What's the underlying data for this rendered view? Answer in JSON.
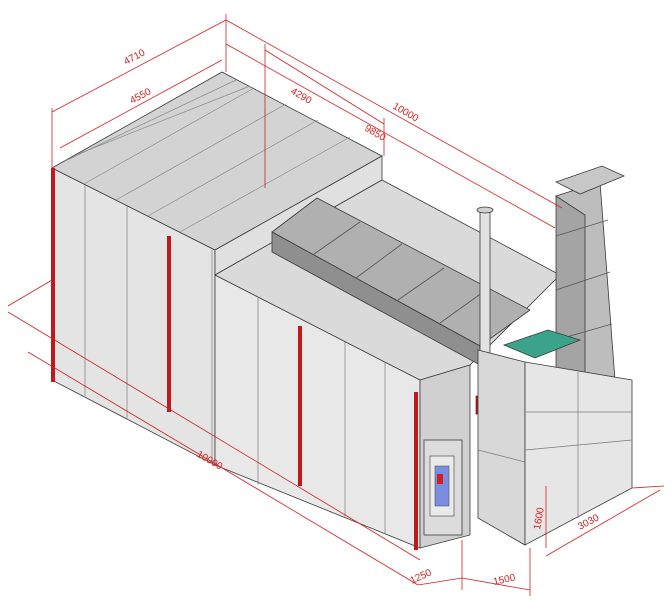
{
  "drawing": {
    "colors": {
      "dimension": "#d22020",
      "panel_light": "#e6e6e6",
      "panel_side": "#d9d9d9",
      "roof": "#cfcfcf",
      "duct": "#a9a9a9",
      "filter_green": "#3aa38a",
      "red_strip": "#c0181c",
      "outline": "#3a3a3a"
    },
    "dimensions": {
      "total_width": "4710",
      "inner_width": "4550",
      "plenum_width": "4290",
      "total_length": "10000",
      "inner_length": "9850",
      "side_length": "10000",
      "door_offset": "1250",
      "unit_width": "1500",
      "unit_height": "1600",
      "unit_depth": "3030"
    }
  }
}
